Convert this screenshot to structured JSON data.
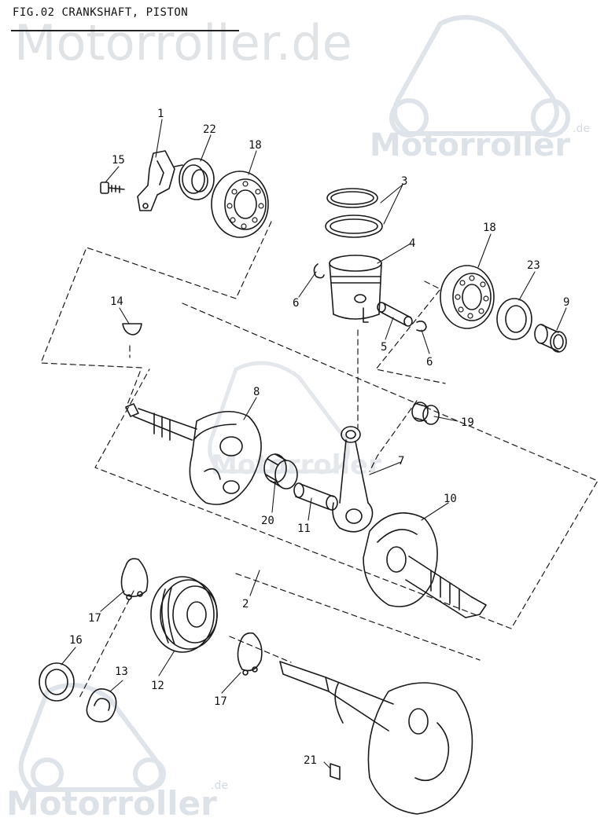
{
  "header": {
    "title": "FIG.02 CRANKSHAFT, PISTON"
  },
  "watermark": {
    "text_top": "Motorroller.de",
    "text_mid": "Motorroller",
    "text_mid_suffix": ".de",
    "text_center": "Motorroller",
    "text_bottom": "Motorroller",
    "text_bottom_suffix": ".de",
    "color": "#dde2e8"
  },
  "diagram": {
    "part_labels": {
      "p1": "1",
      "p2": "2",
      "p3": "3",
      "p4": "4",
      "p5": "5",
      "p6a": "6",
      "p6b": "6",
      "p7": "7",
      "p8": "8",
      "p9": "9",
      "p10": "10",
      "p11": "11",
      "p12": "12",
      "p13": "13",
      "p14": "14",
      "p15": "15",
      "p16": "16",
      "p17a": "17",
      "p17b": "17",
      "p18a": "18",
      "p18b": "18",
      "p19": "19",
      "p20": "20",
      "p21": "21",
      "p22": "22",
      "p23": "23"
    },
    "line_color": "#1a1a1a"
  }
}
